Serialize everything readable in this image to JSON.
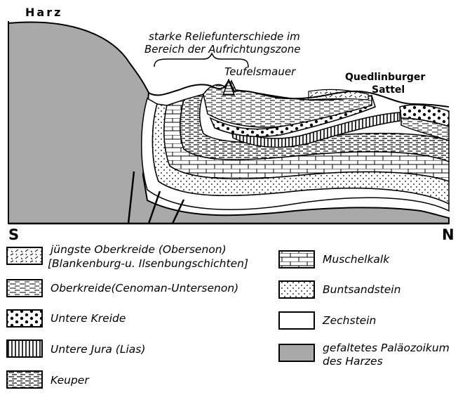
{
  "title": "Harz",
  "direction": {
    "left": "S",
    "right": "N"
  },
  "annotations": {
    "relief_line1": "starke Reliefunterschiede im",
    "relief_line2": "Bereich der Aufrichtungszone",
    "teufelsmauer": "Teufelsmauer",
    "sattel_line1": "Quedlinburger",
    "sattel_line2": "Sattel"
  },
  "legend": {
    "jungste_line1": "jüngste Oberkreide (Obersenon)",
    "jungste_line2": "[Blankenburg-u. Ilsenbungschichten]",
    "oberkreide": "Oberkreide(Cenoman-Untersenon)",
    "untere_kreide": "Untere Kreide",
    "untere_jura": "Untere Jura  (Lias)",
    "keuper": "Keuper",
    "muschelkalk": "Muschelkalk",
    "buntsandstein": "Buntsandstein",
    "zechstein": "Zechstein",
    "palaeozoikum_line1": "gefaltetes Paläozoikum",
    "palaeozoikum_line2": "des Harzes"
  },
  "colors": {
    "ink": "#000000",
    "palaeozoic_fill": "#a9a9a9",
    "paper": "#ffffff"
  }
}
